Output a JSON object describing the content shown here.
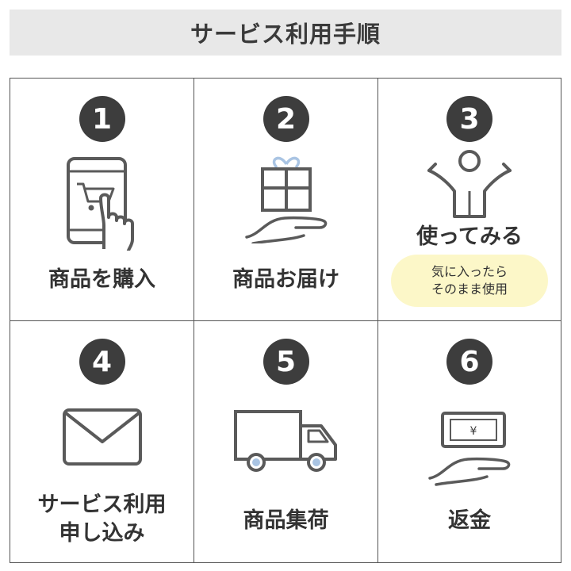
{
  "header": {
    "title": "サービス利用手順"
  },
  "steps": [
    {
      "number": "1",
      "label": "商品を購入",
      "icon": "smartphone-shopping-cart-icon"
    },
    {
      "number": "2",
      "label": "商品お届け",
      "icon": "gift-hand-icon"
    },
    {
      "number": "3",
      "label": "使ってみる",
      "icon": "person-arms-up-icon",
      "note_line1": "気に入ったら",
      "note_line2": "そのまま使用"
    },
    {
      "number": "4",
      "label_line1": "サービス利用",
      "label_line2": "申し込み",
      "icon": "envelope-icon"
    },
    {
      "number": "5",
      "label": "商品集荷",
      "icon": "delivery-truck-icon"
    },
    {
      "number": "6",
      "label": "返金",
      "icon": "yen-bill-hand-icon",
      "bill_text": "¥"
    }
  ],
  "colors": {
    "number_circle": "#3d3d3d",
    "icon_stroke": "#5a5a5a",
    "accent_blue": "#a9c4e3",
    "note_bg": "#fcf7c8",
    "header_bg": "#e8e8e8"
  }
}
